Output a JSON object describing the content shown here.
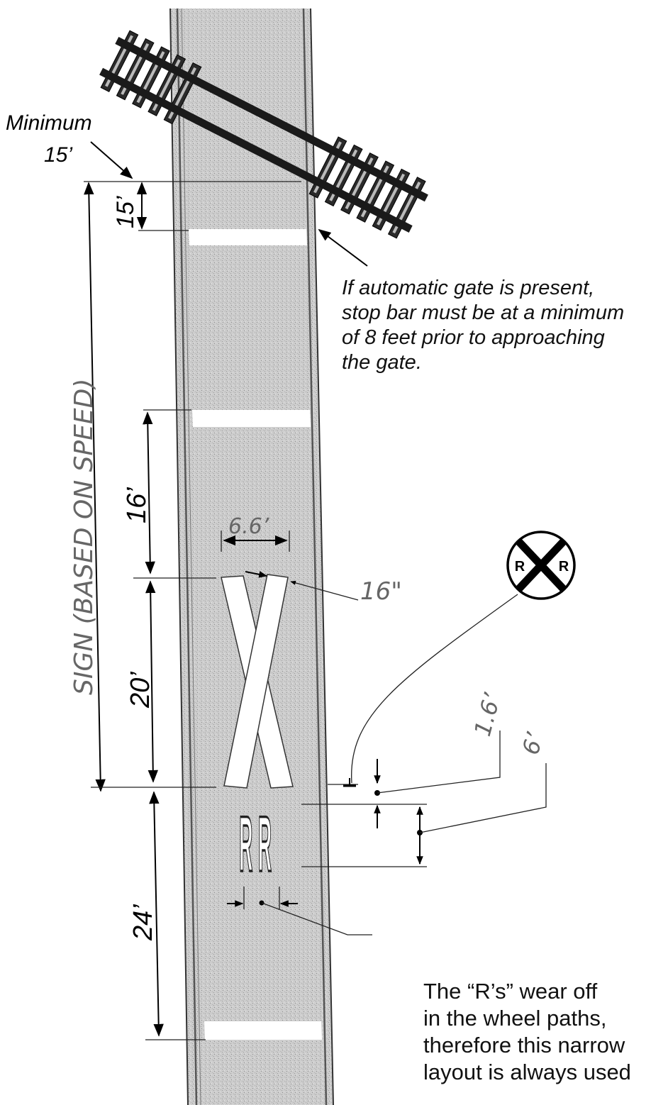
{
  "labels": {
    "minimum": "Minimum",
    "minimum_value": "15’",
    "dim_15": "15’",
    "dim_16": "16’",
    "dim_20": "20’",
    "dim_24": "24’",
    "dim_6_6": "6.6’",
    "dim_16in": "16\"",
    "dim_1_6": "1.6’",
    "dim_6": "6’",
    "sign_distance": "SIGN (BASED ON SPEED)",
    "marking_letters": "RR",
    "sign_letter_left": "R",
    "sign_letter_right": "R"
  },
  "gate_note": {
    "line1": "If automatic gate is present,",
    "line2": "stop bar must be at a minimum",
    "line3": "of 8 feet prior to approaching",
    "line4": "the gate."
  },
  "wear_note": {
    "line1": "The “R’s” wear off",
    "line2": "in the wheel paths,",
    "line3": "therefore this narrow",
    "line4": "layout is always used"
  },
  "colors": {
    "pavement": "#cfcfcf",
    "marking": "#ffffff",
    "ink": "#000000"
  }
}
